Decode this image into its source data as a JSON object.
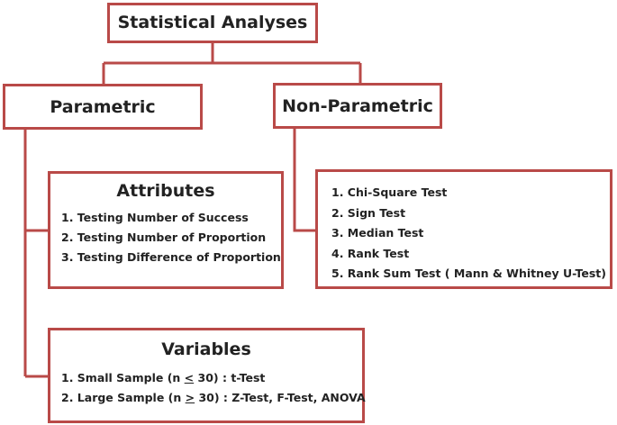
{
  "colors": {
    "border": "#b94a48",
    "text": "#222222",
    "background": "#ffffff"
  },
  "root": {
    "title": "Statistical Analyses"
  },
  "parametric": {
    "title": "Parametric"
  },
  "non_parametric": {
    "title": "Non-Parametric",
    "tests": [
      "1. Chi-Square Test",
      "2. Sign Test",
      "3. Median Test",
      "4. Rank Test",
      "5. Rank Sum Test ( Mann & Whitney U-Test)"
    ]
  },
  "attributes": {
    "title": "Attributes",
    "items": [
      "1. Testing Number of Success",
      "2. Testing Number of Proportion",
      "3. Testing Difference of Proportion"
    ]
  },
  "variables": {
    "title": "Variables",
    "items": [
      {
        "prefix": "1. Small Sample (n ",
        "symbol": "<",
        "suffix": " 30) : t-Test"
      },
      {
        "prefix": "2. Large Sample (n ",
        "symbol": ">",
        "suffix": " 30) : Z-Test, F-Test, ANOVA"
      }
    ]
  }
}
